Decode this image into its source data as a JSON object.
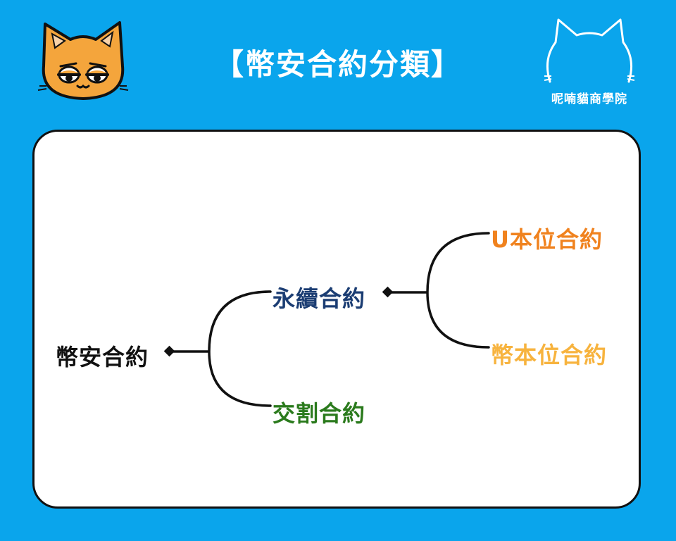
{
  "header": {
    "title": "【幣安合約分類】",
    "brand_name": "呢喃貓商學院"
  },
  "tree": {
    "root": {
      "label": "幣安合約",
      "color": "#111111"
    },
    "perpetual": {
      "label": "永續合約",
      "color": "#1b3d73"
    },
    "delivery": {
      "label": "交割合約",
      "color": "#2a7a1c"
    },
    "usdt_margined": {
      "label": "U本位合約",
      "color": "#f0821e"
    },
    "coin_margined": {
      "label": "幣本位合約",
      "color": "#f7b33e"
    }
  },
  "colors": {
    "background": "#0aa5ec",
    "cat_orange": "#f4a53c",
    "card": "#ffffff"
  }
}
